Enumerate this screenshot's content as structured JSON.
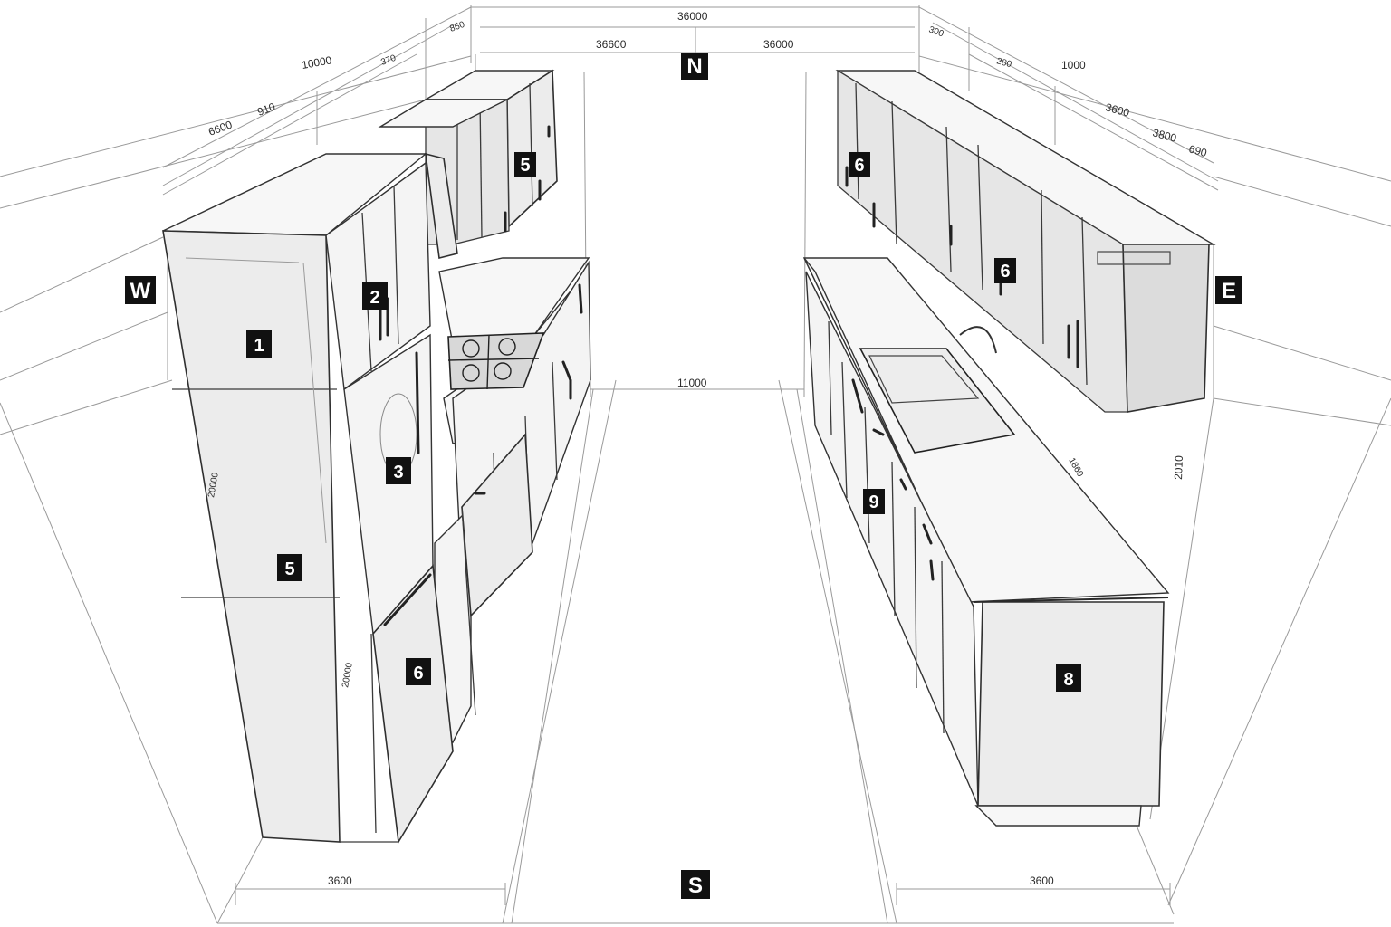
{
  "compass": {
    "north": "N",
    "south": "S",
    "east": "E",
    "west": "W"
  },
  "dimensions": {
    "top_overall": "36000",
    "top_left": "36600",
    "top_right": "36000",
    "top_left_small_a": "860",
    "top_left_small_b": "370",
    "top_left_small_c": "10000",
    "left_a": "6600",
    "left_b": "910",
    "top_right_small_a": "300",
    "top_right_small_b": "280",
    "top_right_small_c": "1000",
    "right_a": "3600",
    "right_b": "3800",
    "right_c": "690",
    "aisle_width": "11000",
    "bottom_left": "3600",
    "bottom_right": "3600",
    "counter_depth": "1860",
    "wall_height": "2010",
    "tall_cabinet_height": "20000",
    "tall_cabinet_height_b": "20000"
  },
  "tags": {
    "tall_pantry": "1",
    "upper_cabinet_left": "2",
    "fridge_door": "3",
    "tall_pantry_lower": "5",
    "upper_cabinet_north": "5",
    "lower_cabinet_left": "6",
    "upper_cabinet_east_a": "6",
    "upper_cabinet_east_b": "6",
    "dishwasher": "9",
    "end_panel": "8"
  }
}
